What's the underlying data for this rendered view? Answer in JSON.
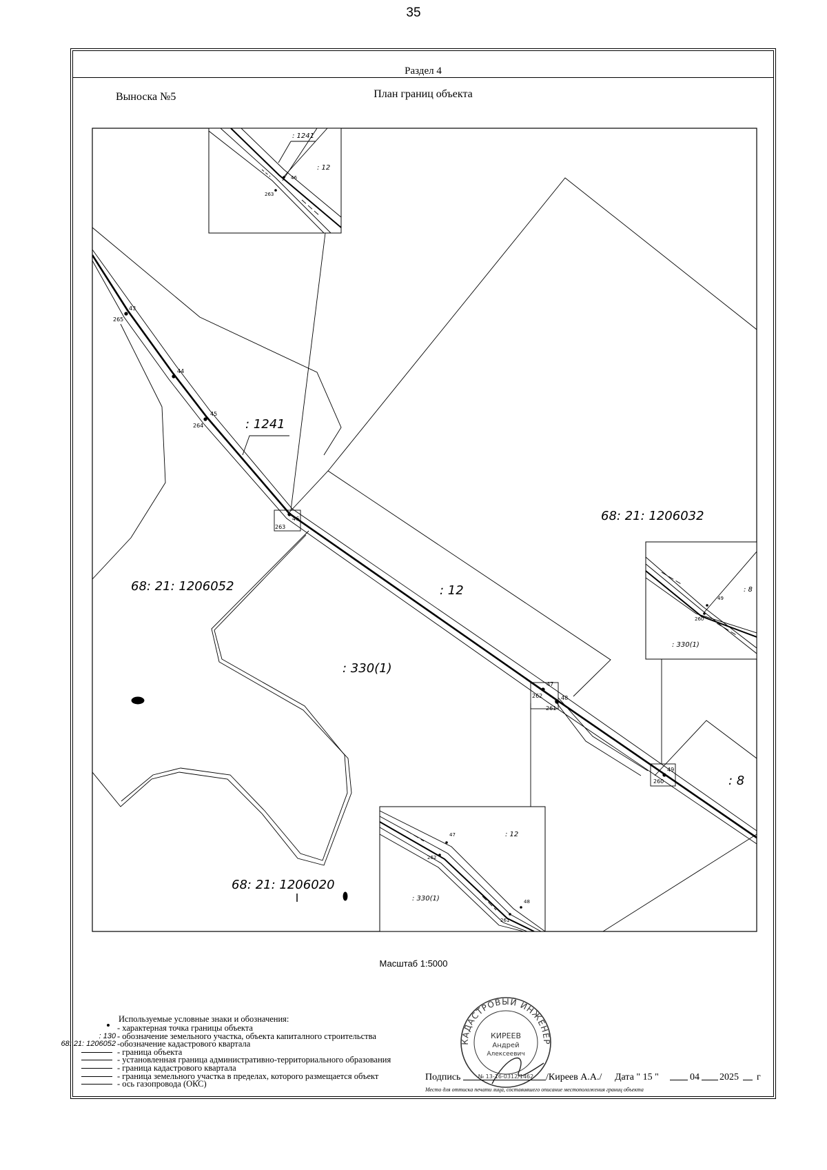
{
  "page_number": "35",
  "header": {
    "section": "Раздел 4",
    "callout": "Выноска №5",
    "plan_title": "План границ объекта"
  },
  "map_labels": {
    "q_1206032": "68: 21: 1206032",
    "q_1206052": "68: 21: 1206052",
    "q_1206020": "68: 21: 1206020",
    "p_1241": ": 1241",
    "p_12": ": 12",
    "p_330": ": 330(1)",
    "p_8": ": 8"
  },
  "point_labels": {
    "p43": "43",
    "p44": "44",
    "p45": "45",
    "p46": "46",
    "p47": "47",
    "p48": "48",
    "p49": "49",
    "p260": "260",
    "p261": "261",
    "p262": "262",
    "p263": "263",
    "p264": "264",
    "p265": "265"
  },
  "insets": {
    "top": {
      "label_1241": ": 1241",
      "label_12": ": 12",
      "pt_a": "46",
      "pt_b": "263"
    },
    "right": {
      "label_8": ": 8",
      "label_330": ": 330(1)",
      "pt_a": "49",
      "pt_b": "260"
    },
    "bottom": {
      "label_12": ": 12",
      "label_330": ": 330(1)",
      "pt_47": "47",
      "pt_262": "262",
      "pt_48": "48",
      "pt_261": "261"
    }
  },
  "scale": "Масштаб 1:5000",
  "legend": {
    "title": "Используемые условные знаки и обозначения:",
    "items": [
      {
        "symbol": "",
        "text": "- характерная точка границы объекта"
      },
      {
        "symbol": ": 130",
        "text": "- обозначение земельного участка, объекта капиталного строительства"
      },
      {
        "symbol": "68: 21: 1206052",
        "text": "-обозначение кадастрового квартала"
      },
      {
        "symbol": "",
        "text": "- граница объекта"
      },
      {
        "symbol": "",
        "text": "- установленная граница административно-территориального образования"
      },
      {
        "symbol": "",
        "text": "- граница кадастрового квартала"
      },
      {
        "symbol": "",
        "text": "- граница земельного участка в пределах, которого размещается объект"
      },
      {
        "symbol": "",
        "text": "- ось газопровода (ОКС)"
      }
    ]
  },
  "signature": {
    "label": "Подпись",
    "name": "/Киреев А.А./",
    "date_label": "Дата \" 15 \"",
    "month": "04",
    "year": "2025",
    "year_suffix": "г",
    "note": "Место для оттиска печати лица, составившего описание местоположения границ объекта"
  },
  "seal": {
    "ring_text": "КАДАСТРОВЫЙ ИНЖЕНЕР",
    "line1": "КИРЕЕВ",
    "line2": "Андрей",
    "line3": "Алексеевич",
    "number": "№ 13-16-0312/1462"
  }
}
